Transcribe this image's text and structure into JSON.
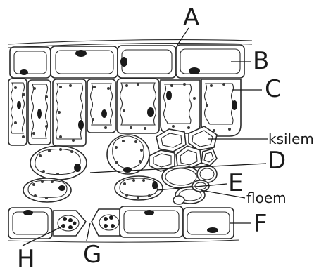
{
  "labels": {
    "A": "A",
    "B": "B",
    "C": "C",
    "ksilem": "ksilem",
    "D": "D",
    "E": "E",
    "floem": "floem",
    "F": "F",
    "G": "G",
    "H": "H"
  },
  "colors": {
    "line": "#2b2b2b",
    "nucleus": "#1a1a1a",
    "background": "#ffffff"
  }
}
